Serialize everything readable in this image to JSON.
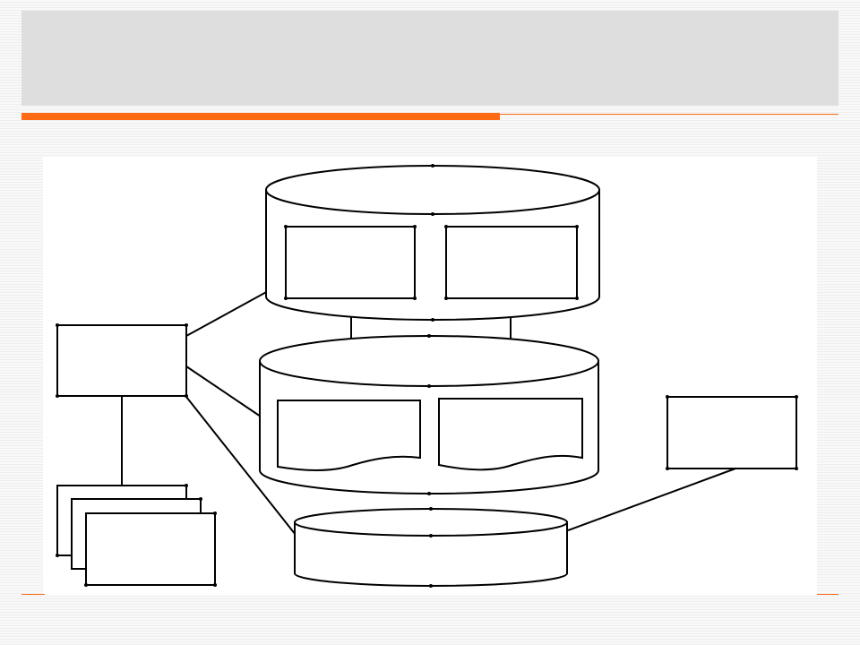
{
  "slide": {
    "title": "",
    "accent_color": "#ff6a14",
    "footer_rule_color": "#ff6a14",
    "background_pattern": "horizontal-stripes"
  },
  "diagram": {
    "nodes": [
      {
        "id": "left-rectangle",
        "shape": "rectangle",
        "label": ""
      },
      {
        "id": "upper-cylinder",
        "shape": "cylinder",
        "label": ""
      },
      {
        "id": "upper-cylinder-left-box",
        "shape": "rectangle",
        "label": ""
      },
      {
        "id": "upper-cylinder-right-box",
        "shape": "rectangle",
        "label": ""
      },
      {
        "id": "middle-cylinder",
        "shape": "cylinder",
        "label": ""
      },
      {
        "id": "middle-cylinder-left-document",
        "shape": "document",
        "label": ""
      },
      {
        "id": "middle-cylinder-right-document",
        "shape": "document",
        "label": ""
      },
      {
        "id": "lower-cylinder",
        "shape": "cylinder",
        "label": ""
      },
      {
        "id": "right-rectangle",
        "shape": "rectangle",
        "label": ""
      },
      {
        "id": "stacked-pages",
        "shape": "stacked-rectangles",
        "label": ""
      }
    ],
    "edges": [
      {
        "from": "left-rectangle",
        "to": "upper-cylinder-left-box"
      },
      {
        "from": "left-rectangle",
        "to": "middle-cylinder"
      },
      {
        "from": "left-rectangle",
        "to": "lower-cylinder"
      },
      {
        "from": "left-rectangle",
        "to": "stacked-pages"
      },
      {
        "from": "upper-cylinder-left-box",
        "to": "middle-cylinder-left-document"
      },
      {
        "from": "upper-cylinder-right-box",
        "to": "middle-cylinder-right-document"
      },
      {
        "from": "right-rectangle",
        "to": "lower-cylinder"
      }
    ]
  }
}
